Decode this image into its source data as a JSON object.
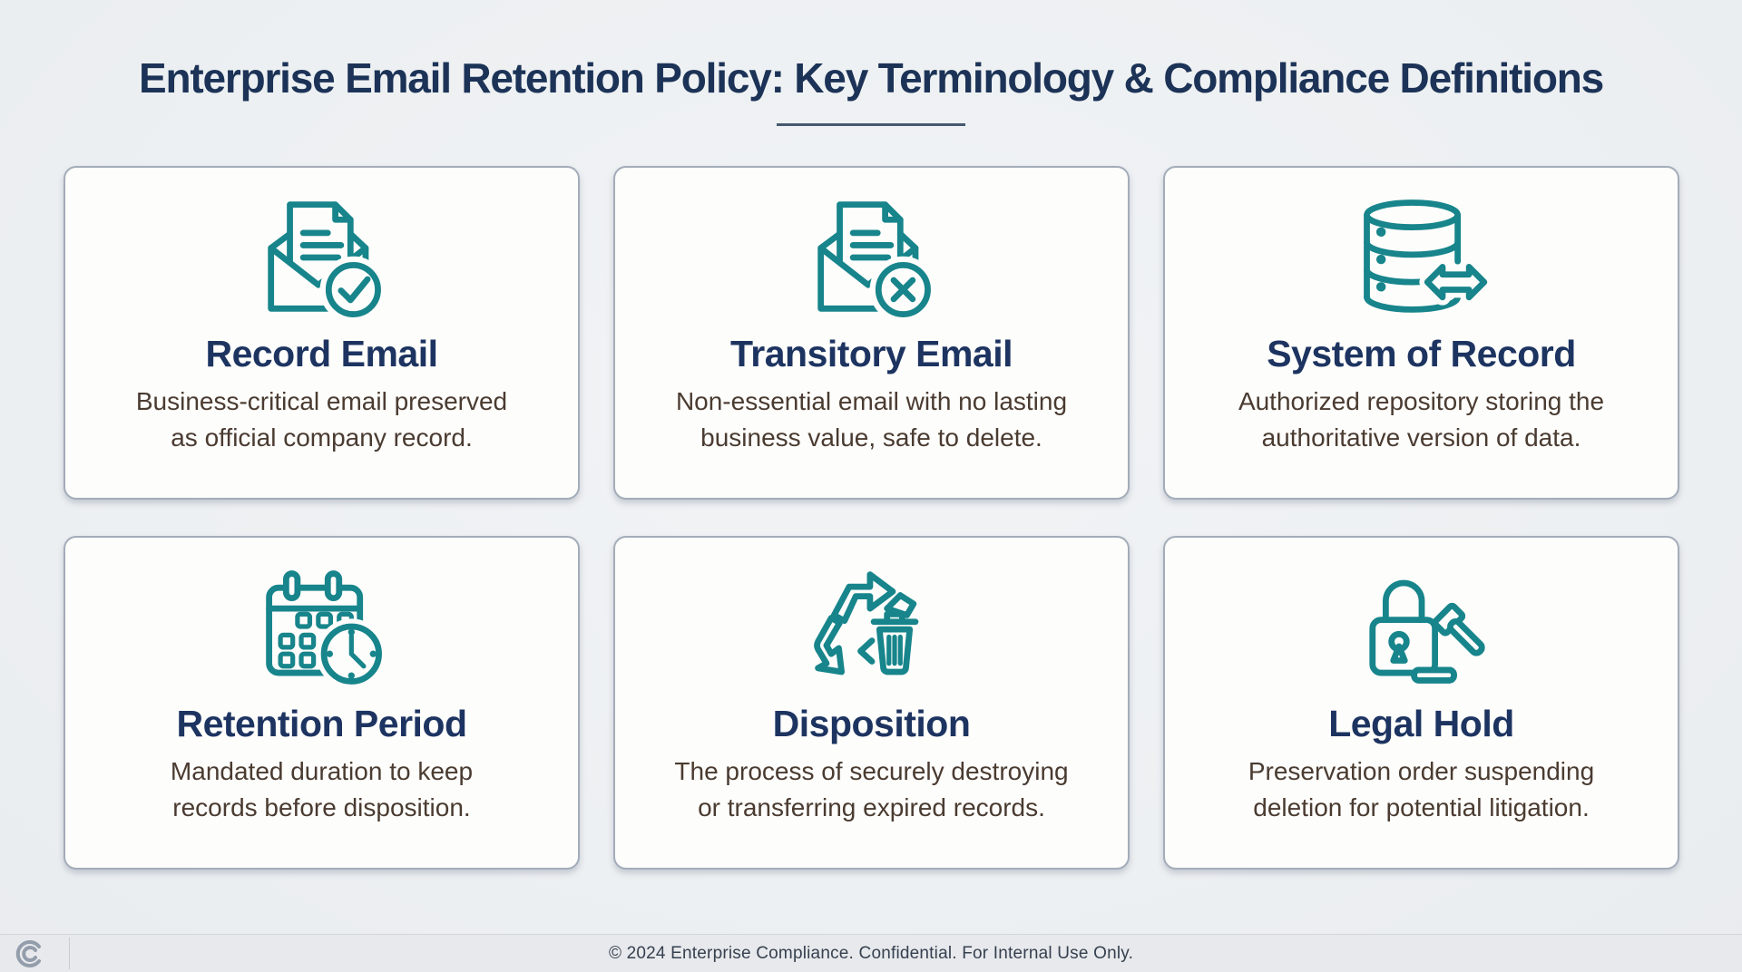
{
  "header": {
    "title": "Enterprise Email Retention Policy: Key Terminology & Compliance Definitions"
  },
  "cards": [
    {
      "icon": "record-email-icon",
      "title": "Record Email",
      "description_lines": [
        "Business-critical email preserved",
        "as official company record."
      ]
    },
    {
      "icon": "transitory-email-icon",
      "title": "Transitory Email",
      "description_lines": [
        "Non-essential email with no lasting",
        "business value, safe to delete."
      ]
    },
    {
      "icon": "system-of-record-icon",
      "title": "System of Record",
      "description_lines": [
        "Authorized repository storing the",
        "authoritative version of data."
      ]
    },
    {
      "icon": "retention-period-icon",
      "title": "Retention Period",
      "description_lines": [
        "Mandated duration to keep",
        "records before disposition."
      ]
    },
    {
      "icon": "disposition-icon",
      "title": "Disposition",
      "description_lines": [
        "The process of securely destroying",
        "or transferring expired records."
      ]
    },
    {
      "icon": "legal-hold-icon",
      "title": "Legal Hold",
      "description_lines": [
        "Preservation order suspending",
        "deletion for potential litigation."
      ]
    }
  ],
  "footer": {
    "text": "© 2024 Enterprise Compliance. Confidential. For Internal Use Only.",
    "logo_icon": "copyright-c-icon"
  },
  "colors": {
    "accent": "#17858b",
    "heading": "#1c3357",
    "card_heading": "#1d3461",
    "body_text": "#4a3b31",
    "page_bg": "#edf0f2",
    "card_bg": "#fdfdfb",
    "card_border": "#a3acb9",
    "footer_bg": "#e7e9ec",
    "footer_text": "#36404f"
  }
}
